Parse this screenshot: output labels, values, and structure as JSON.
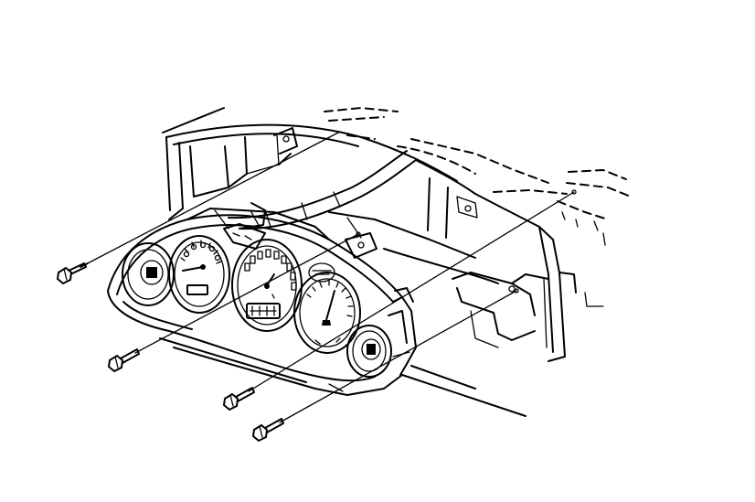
{
  "diagram": {
    "type": "exploded-assembly",
    "subject": "instrument-cluster",
    "fastener_count": 4,
    "gauge_count": 5,
    "colors": {
      "line": "#000000",
      "background": "#ffffff"
    },
    "labels": []
  }
}
